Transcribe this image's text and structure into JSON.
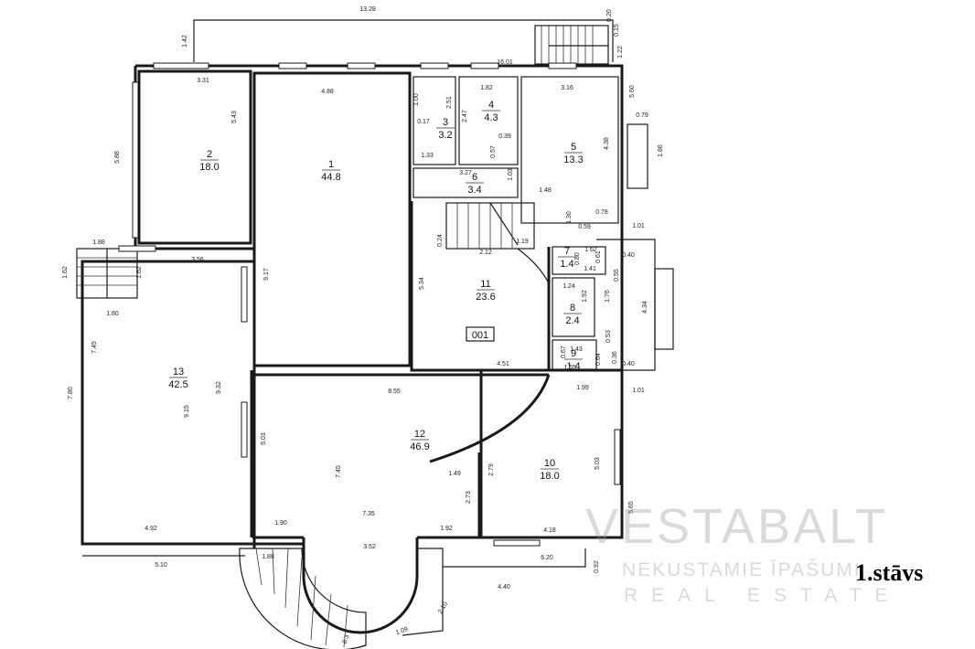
{
  "rooms": [
    {
      "number": "1",
      "area": "44.8"
    },
    {
      "number": "2",
      "area": "18.0"
    },
    {
      "number": "3",
      "area": "3.2"
    },
    {
      "number": "4",
      "area": "4.3"
    },
    {
      "number": "5",
      "area": "13.3"
    },
    {
      "number": "6",
      "area": "3.4"
    },
    {
      "number": "7",
      "area": "1.4"
    },
    {
      "number": "8",
      "area": "2.4"
    },
    {
      "number": "9",
      "area": "1.4"
    },
    {
      "number": "10",
      "area": "18.0"
    },
    {
      "number": "11",
      "area": "23.6"
    },
    {
      "number": "12",
      "area": "46.9"
    },
    {
      "number": "13",
      "area": "42.5"
    }
  ],
  "stair_code": "001",
  "dimensions": [
    "13.28",
    "0.20",
    "0.15",
    "1.42",
    "1.22",
    "16.01",
    "3.31",
    "4.88",
    "1.00",
    "2.51",
    "1.82",
    "3.16",
    "5.60",
    "0.79",
    "5.43",
    "5.88",
    "0.17",
    "2.47",
    "0.57",
    "0.39",
    "4.38",
    "1.86",
    "1.33",
    "3.27",
    "1.03",
    "1.48",
    "1.30",
    "0.59",
    "0.78",
    "1.88",
    "3.56",
    "1.62",
    "1.62",
    "9.17",
    "0.24",
    "2.12",
    "1.19",
    "1.01",
    "1.62",
    "0.61",
    "0.40",
    "0.80",
    "1.41",
    "5.34",
    "0.55",
    "1.24",
    "1.92",
    "1.76",
    "4.34",
    "1.80",
    "7.45",
    "7.80",
    "9.32",
    "9.15",
    "0.53",
    "1.43",
    "0.67",
    "0.36",
    "1.65",
    "0.64",
    "0.40",
    "4.51",
    "8.55",
    "1.99",
    "1.01",
    "5.03",
    "7.45",
    "1.49",
    "2.73",
    "2.79",
    "5.03",
    "5.65",
    "1.90",
    "7.35",
    "1.92",
    "4.18",
    "4.92",
    "3.52",
    "1.88",
    "6.20",
    "5.10",
    "0.92",
    "4.40",
    "2.10",
    "1.09",
    "8.3"
  ],
  "floor_label": "1.stāvs",
  "watermark": {
    "brand": "VESTABALT",
    "line1": "NEKUSTAMIE ĪPAŠUMI",
    "line2": "REAL ESTATE"
  }
}
